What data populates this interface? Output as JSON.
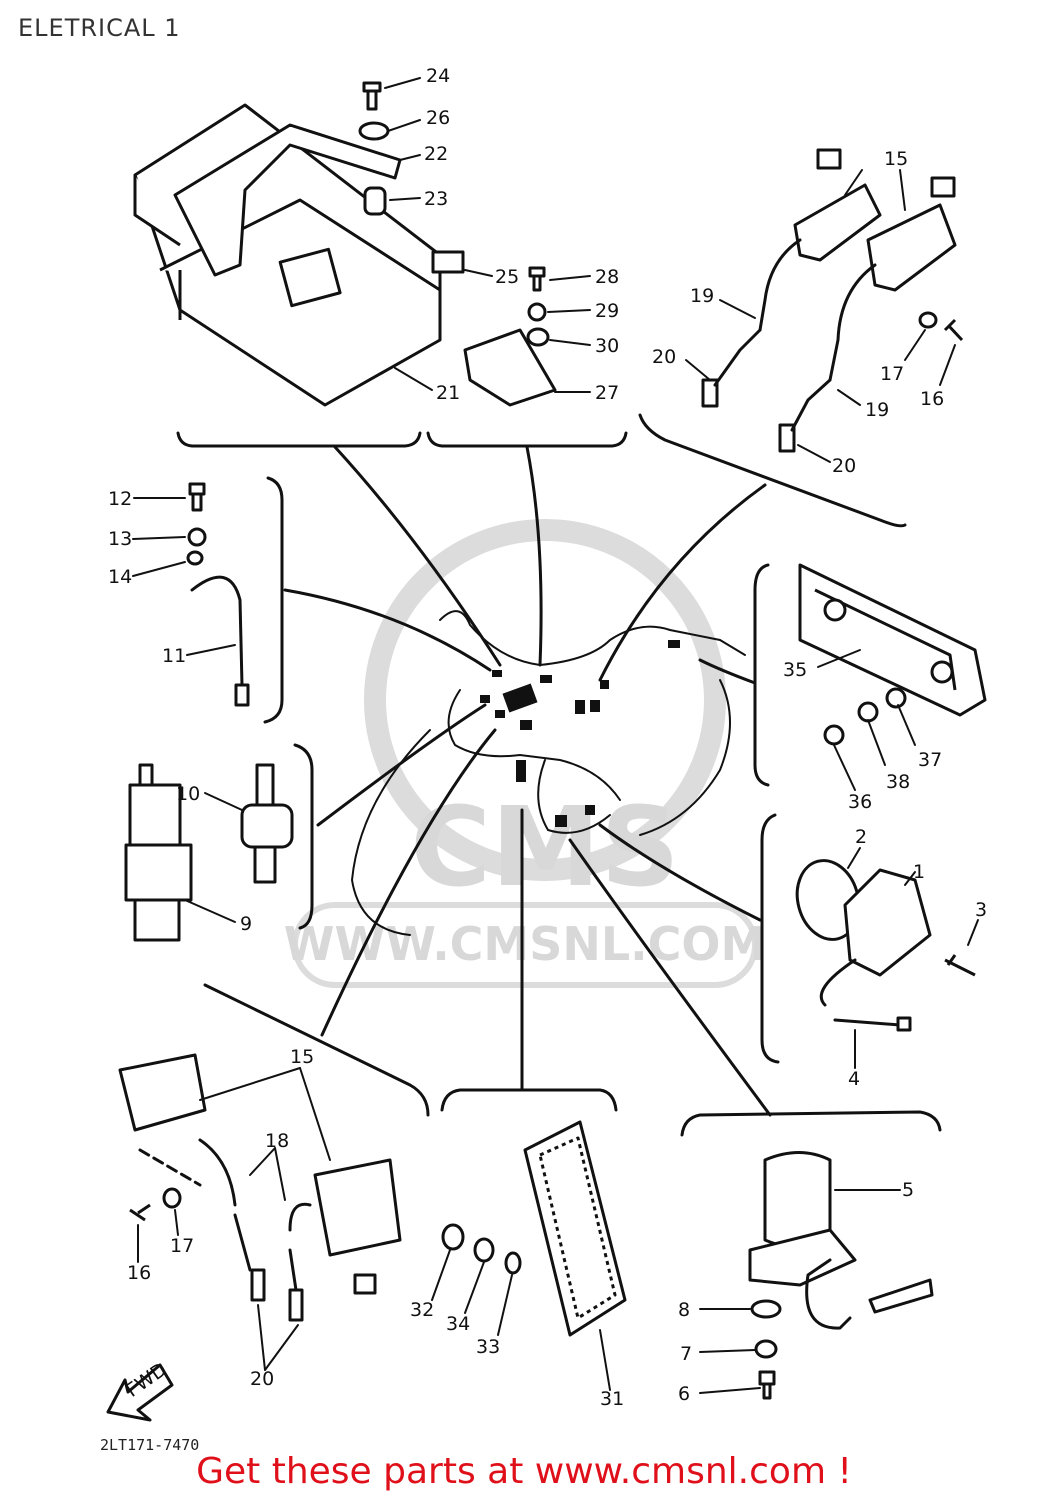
{
  "title": "ELETRICAL 1",
  "watermark": {
    "logo": "CMS",
    "url": "WWW.CMSNL.COM"
  },
  "drawing_code": "2LT171-7470",
  "promo_text": "Get these parts at www.cmsnl.com !",
  "fwd_arrow": "FWD",
  "callouts": [
    "24",
    "26",
    "22",
    "23",
    "25",
    "28",
    "29",
    "30",
    "27",
    "21",
    "15",
    "19",
    "20",
    "17",
    "16",
    "19",
    "20",
    "12",
    "13",
    "14",
    "11",
    "35",
    "37",
    "38",
    "36",
    "10",
    "9",
    "2",
    "1",
    "3",
    "4",
    "15",
    "18",
    "16",
    "17",
    "20",
    "32",
    "34",
    "33",
    "31",
    "5",
    "8",
    "7",
    "6"
  ],
  "colors": {
    "promo": "#e0101a",
    "ink": "#111111",
    "watermark": "#d8d8d8"
  }
}
